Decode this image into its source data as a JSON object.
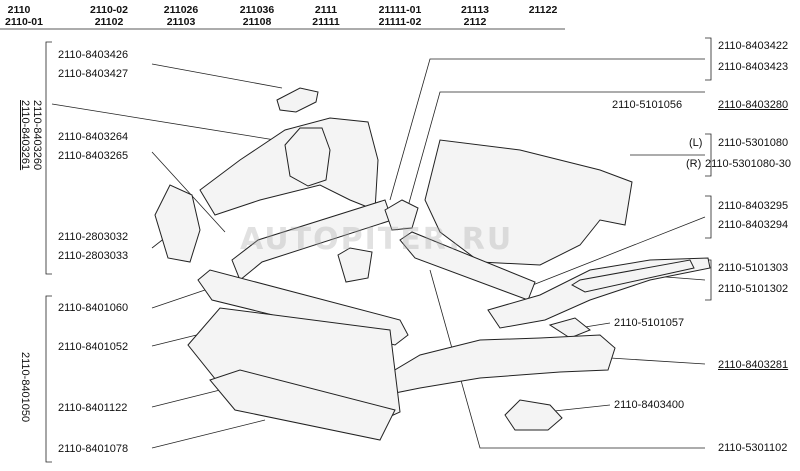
{
  "header": {
    "codes": [
      [
        "2110",
        "2110-01"
      ],
      [
        "2110-02",
        "21102"
      ],
      [
        "211026",
        "21103"
      ],
      [
        "211036",
        "21108"
      ],
      [
        "2111",
        "21111"
      ],
      [
        "21111-01",
        "21111-02"
      ],
      [
        "21113",
        "2112"
      ],
      [
        "21122",
        ""
      ]
    ]
  },
  "left_labels": {
    "l1": "2110-8403426",
    "l2": "2110-8403427",
    "l3": "2110-8403264",
    "l4": "2110-8403265",
    "l5": "2110-2803032",
    "l6": "2110-2803033",
    "l7": "2110-8401060",
    "l8": "2110-8401052",
    "l9": "2110-8401122",
    "l10": "2110-8401078"
  },
  "vertical_labels": {
    "v1": "2110-8403260",
    "v2": "2110-8403261",
    "v3": "2110-8401050"
  },
  "right_labels": {
    "r1": "2110-8403422",
    "r2": "2110-8403423",
    "r3": "2110-8403280",
    "r4": "2110-5101056",
    "r5_prefix": "(L)",
    "r5": "2110-5301080",
    "r6_prefix": "(R)",
    "r6": "2110-5301080-30",
    "r7": "2110-8403295",
    "r8": "2110-8403294",
    "r9": "2110-5101303",
    "r10": "2110-5101302",
    "r11": "2110-5101057",
    "r12": "2110-8403281",
    "r13": "2110-8403400",
    "r14": "2110-5301102"
  },
  "watermark": "AUTOPITER.RU",
  "colors": {
    "ink": "#111111",
    "line": "#222222",
    "fill": "#f3f3f3"
  }
}
